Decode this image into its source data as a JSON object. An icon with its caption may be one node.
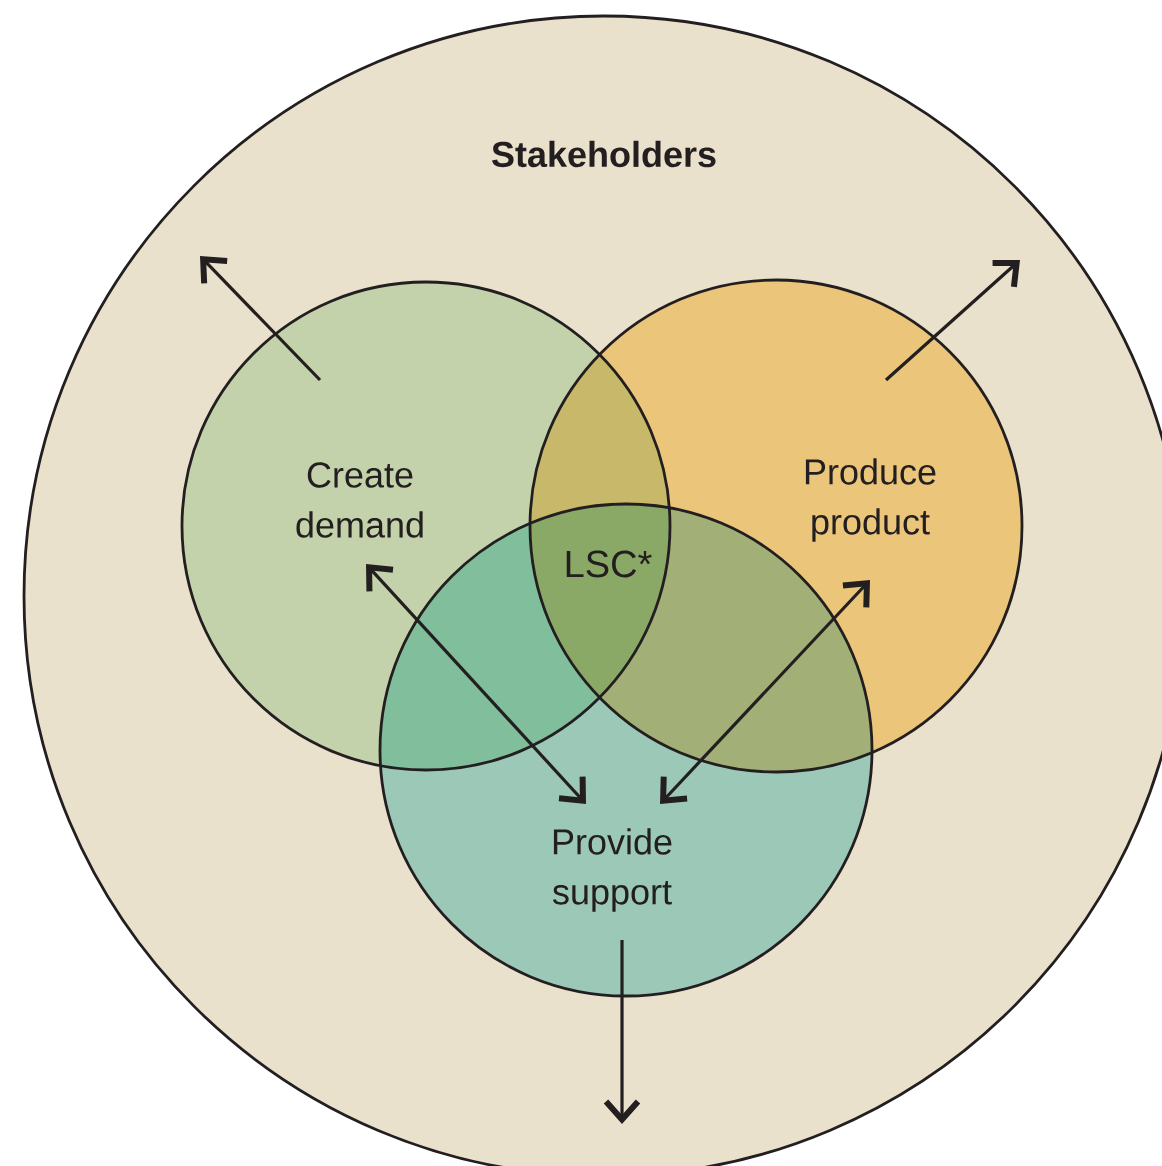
{
  "diagram": {
    "nodes": [
      {
        "text": [
          "Stakeholders"
        ]
      },
      {
        "text": [
          "Create demand"
        ],
        "in": 0
      },
      {
        "text": [
          "Produce product"
        ],
        "in": 0
      },
      {
        "text": [
          "Provide support"
        ],
        "in": 0
      }
    ],
    "edges": [
      {
        "from": 1,
        "to": null,
        "arrow": "to"
      },
      {
        "from": 2,
        "to": null,
        "arrow": "to"
      },
      {
        "from": 3,
        "to": null,
        "arrow": "to"
      },
      {
        "from": 1,
        "to": 3,
        "arrow": "both"
      },
      {
        "from": 2,
        "to": 3,
        "arrow": "both"
      }
    ],
    "labels": [
      "LSC*"
    ]
  }
}
